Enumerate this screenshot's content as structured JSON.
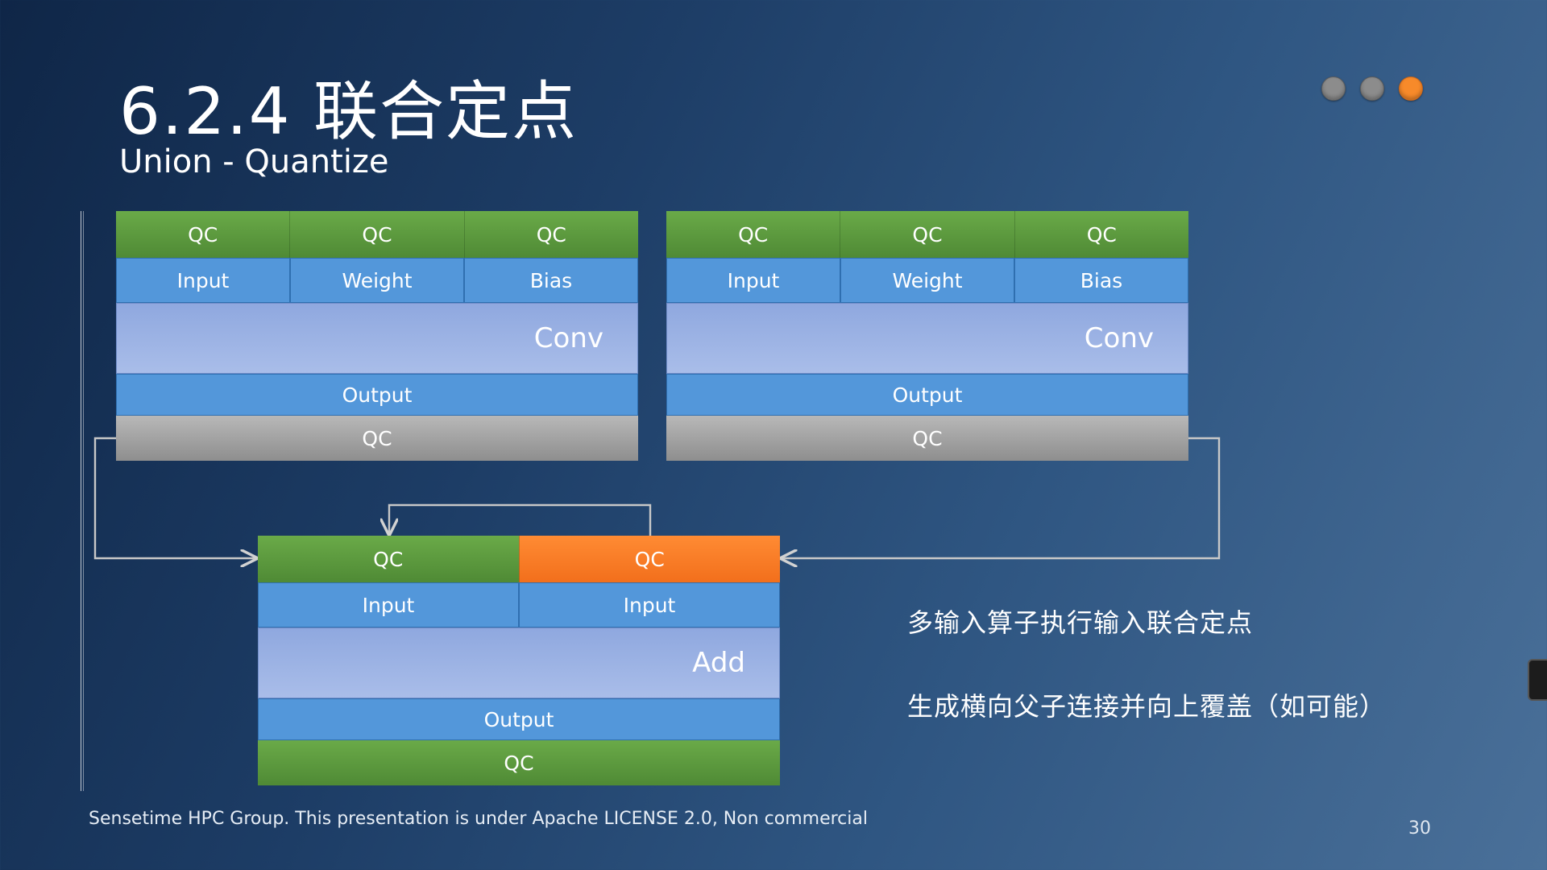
{
  "title": "6.2.4  联合定点",
  "subtitle": "Union - Quantize",
  "conv_left": {
    "qc_top": [
      "QC",
      "QC",
      "QC"
    ],
    "inputs": [
      "Input",
      "Weight",
      "Bias"
    ],
    "op": "Conv",
    "output": "Output",
    "qc_bottom": "QC"
  },
  "conv_right": {
    "qc_top": [
      "QC",
      "QC",
      "QC"
    ],
    "inputs": [
      "Input",
      "Weight",
      "Bias"
    ],
    "op": "Conv",
    "output": "Output",
    "qc_bottom": "QC"
  },
  "add": {
    "qc_top": [
      "QC",
      "QC"
    ],
    "inputs": [
      "Input",
      "Input"
    ],
    "op": "Add",
    "output": "Output",
    "qc_bottom": "QC"
  },
  "notes": [
    "多输入算子执行输入联合定点",
    "生成横向父子连接并向上覆盖（如可能）"
  ],
  "footer": "Sensetime HPC Group. This presentation is under Apache LICENSE 2.0, Non commercial",
  "page_number": "30",
  "colors": {
    "qc_green": "#5b9a3e",
    "qc_orange": "#f57a22",
    "qc_gray": "#a6a6a6",
    "input_blue": "#5397da",
    "op_lavender": "#9fb4e6"
  }
}
